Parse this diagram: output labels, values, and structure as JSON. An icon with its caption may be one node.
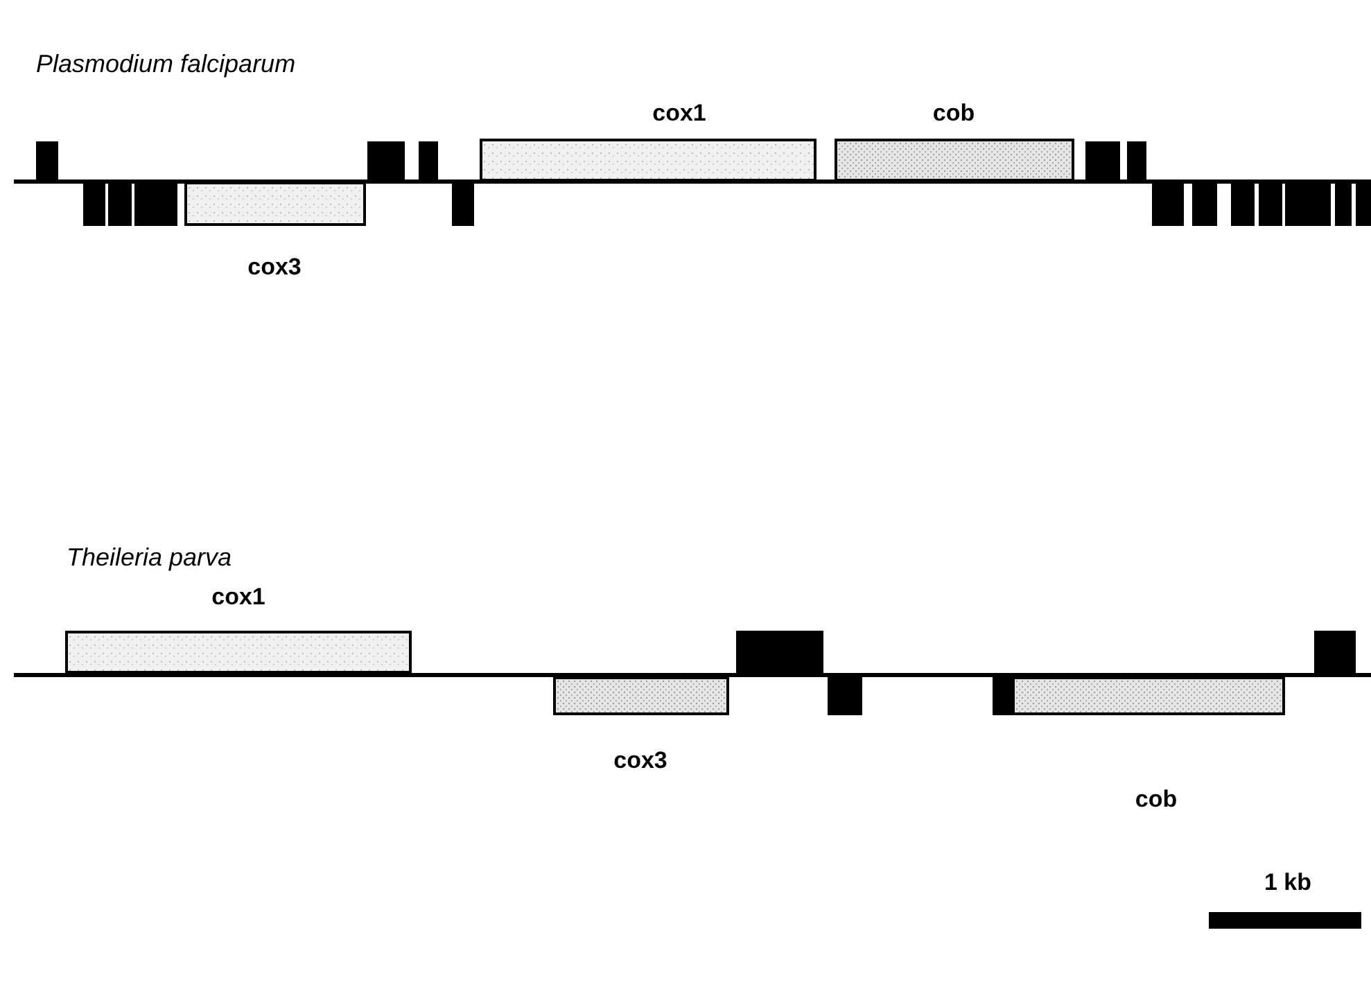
{
  "diagram": {
    "nodes": [
      {
        "text": [
          "cox1"
        ]
      },
      {
        "text": [
          "cob"
        ]
      },
      {
        "text": [
          "cox3"
        ]
      },
      {
        "text": [
          "cox1"
        ]
      },
      {
        "text": [
          "cox3"
        ]
      },
      {
        "text": [
          "cob"
        ]
      }
    ],
    "labels": [
      "Plasmodium falciparum",
      "Theileria parva",
      "1 kb"
    ]
  }
}
